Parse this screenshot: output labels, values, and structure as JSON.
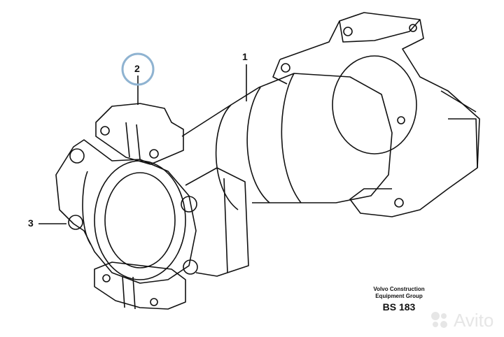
{
  "diagram": {
    "callouts": [
      {
        "id": "1",
        "label": "1"
      },
      {
        "id": "2",
        "label": "2",
        "highlighted": true
      },
      {
        "id": "3",
        "label": "3"
      }
    ],
    "highlight_color": "#8fb3d1",
    "caption": {
      "line1": "Volvo Construction",
      "line2": "Equipment Group",
      "code": "BS 183"
    },
    "watermark": "Avito"
  }
}
